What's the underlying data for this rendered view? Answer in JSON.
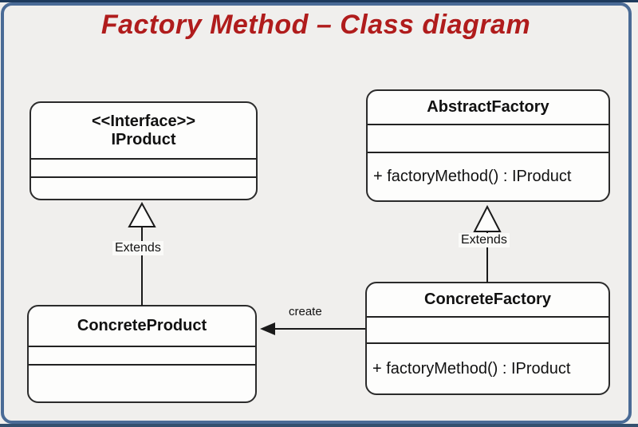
{
  "title": {
    "text": "Factory Method – Class diagram",
    "color": "#b01c1c"
  },
  "diagram": {
    "classes": {
      "iproduct": {
        "stereotype": "<<Interface>>",
        "name": "IProduct",
        "attributes": "",
        "methods": ""
      },
      "abstract_factory": {
        "name": "AbstractFactory",
        "attributes": "",
        "method": "+ factoryMethod() : IProduct"
      },
      "concrete_product": {
        "name": "ConcreteProduct",
        "attributes": "",
        "methods": ""
      },
      "concrete_factory": {
        "name": "ConcreteFactory",
        "attributes": "",
        "method": "+ factoryMethod() : IProduct"
      }
    },
    "relations": {
      "product_extends": {
        "type": "generalization",
        "from": "ConcreteProduct",
        "to": "IProduct",
        "label": "Extends"
      },
      "factory_extends": {
        "type": "generalization",
        "from": "ConcreteFactory",
        "to": "AbstractFactory",
        "label": "Extends"
      },
      "create": {
        "type": "directed-association",
        "from": "ConcreteFactory",
        "to": "ConcreteProduct",
        "label": "create"
      }
    },
    "colors": {
      "background": "#f0efed",
      "frame_border": "#4a6b96",
      "frame_edge_dark": "#1d3a5c",
      "box_fill": "#fdfdfc",
      "box_border": "#2b2b2b",
      "line_color": "#1a1a1a",
      "title_red": "#b01c1c"
    }
  }
}
